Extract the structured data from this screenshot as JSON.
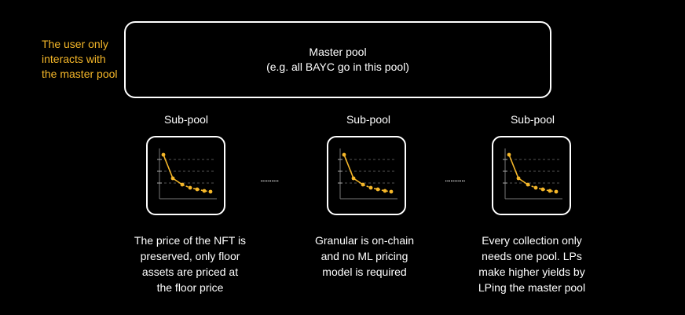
{
  "side_note": {
    "lines": [
      "The user only",
      "interacts with",
      "the master pool"
    ]
  },
  "master_pool": {
    "title": "Master pool",
    "subtitle": "(e.g. all BAYC go in this pool)"
  },
  "sub_pools": [
    {
      "label": "Sub-pool",
      "description": [
        "The price of the NFT is",
        "preserved, only floor",
        "assets are priced at",
        "the floor price"
      ]
    },
    {
      "label": "Sub-pool",
      "description": [
        "Granular is on-chain",
        "and no ML pricing",
        "model is required"
      ]
    },
    {
      "label": "Sub-pool",
      "description": [
        "Every collection only",
        "needs one pool. LPs",
        "make higher yields by",
        "LPing the master pool"
      ]
    }
  ],
  "separators": [
    "..........",
    "..........."
  ],
  "colors": {
    "background": "#000000",
    "accent": "#f5b729",
    "text": "#ffffff"
  }
}
